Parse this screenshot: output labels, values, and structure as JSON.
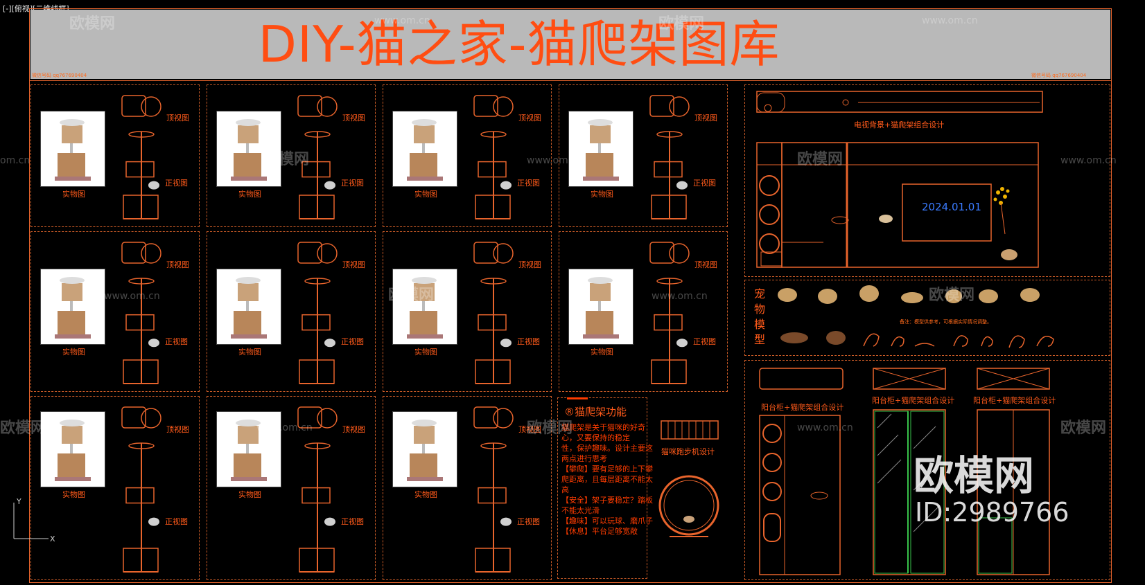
{
  "viewport_label": "[-][俯视][二维线框]",
  "title": "DIY-猫之家-猫爬架图库",
  "contact_left": "微信号码  qq767690404",
  "contact_right": "微信号码  qq767690404",
  "labels": {
    "top_view": "顶视图",
    "front_view": "正视图",
    "photo": "实物图"
  },
  "function_panel": {
    "title": "®猫爬架功能",
    "lines": [
      "猫爬架是关于猫咪的好奇",
      "心，又要保持的稳定",
      "性，保护趣味。设计主要这",
      "两点进行思考",
      "【攀爬】要有足够的上下攀",
      "爬距离，且每层距离不能太",
      "高",
      "【安全】架子要稳定？踏板",
      "不能太光滑",
      "【趣味】可以玩球、磨爪子",
      "【休息】平台足够宽敞"
    ]
  },
  "treadmill_label": "猫咪跑步机设计",
  "tv_panel": {
    "heading": "电视背景+猫爬架组合设计",
    "date": "2024.01.01"
  },
  "pets_panel": {
    "vertical_label": "宠物模型",
    "note": "备注：模型供参考，可根据实际情况调整。"
  },
  "balcony": {
    "label_1": "阳台柜+猫爬架组合设计",
    "label_2": "阳台柜+猫爬架组合设计",
    "label_3": "阳台柜+猫爬架组合设计"
  },
  "watermark": {
    "brand": "欧模网",
    "url": "www.om.cn",
    "url_short": "om.cn",
    "id": "ID:2989766"
  },
  "colors": {
    "accent": "#e8642c",
    "title": "#ff4d12",
    "banner": "#b9b9b9",
    "date": "#3a7bff"
  }
}
